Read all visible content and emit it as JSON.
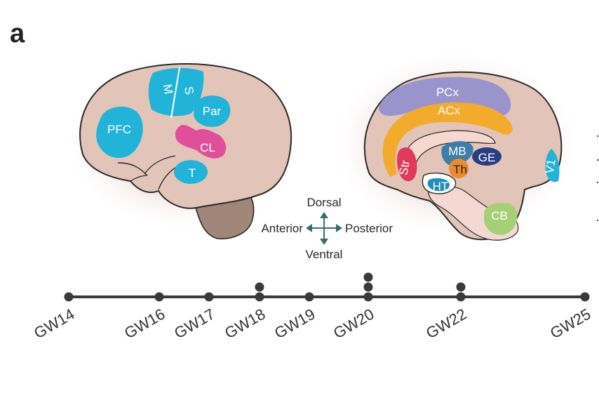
{
  "panel_label": "a",
  "lateral_regions": [
    "PFC",
    "M",
    "S",
    "Par",
    "CL",
    "T"
  ],
  "medial_regions": [
    "PCx",
    "ACx",
    "Str",
    "MB",
    "GE",
    "Th",
    "HT",
    "V1",
    "CB"
  ],
  "orientation": {
    "dorsal": "Dorsal",
    "ventral": "Ventral",
    "anterior": "Anterior",
    "posterior": "Posterior"
  },
  "timeline": [
    {
      "label": "GW14",
      "samples": 1
    },
    {
      "label": "GW16",
      "samples": 1
    },
    {
      "label": "GW17",
      "samples": 1
    },
    {
      "label": "GW18",
      "samples": 2
    },
    {
      "label": "GW19",
      "samples": 1
    },
    {
      "label": "GW20",
      "samples": 3
    },
    {
      "label": "GW22",
      "samples": 2
    },
    {
      "label": "GW25",
      "samples": 1
    }
  ],
  "colors": {
    "brain_fill": "#e3c4b8",
    "brain_outline": "#2a2a2a",
    "cortex_blue": "#22b4d8",
    "cl_pink": "#e0509a",
    "pcx_purple": "#9a94cc",
    "acx_orange": "#f3ab2e",
    "str_red": "#e03a5c",
    "th_orange": "#ee8a2e",
    "ge_navy": "#2a3d82",
    "cb_green": "#a6cf78",
    "brainstem": "#a08678",
    "arrow": "#3a6d6f",
    "timeline": "#3a3a3a"
  }
}
